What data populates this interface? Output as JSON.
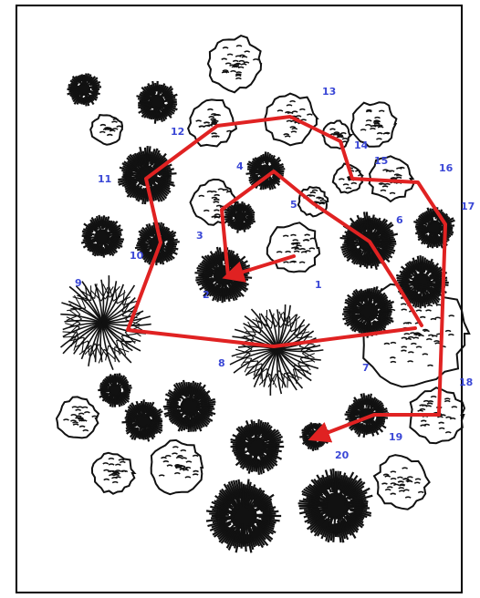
{
  "colors": {
    "path": "#e02222",
    "label": "#3a47d6",
    "foliage": "#111111",
    "border": "#000000"
  },
  "route": {
    "labels": [
      {
        "id": "1",
        "text": "1"
      },
      {
        "id": "2",
        "text": "2"
      },
      {
        "id": "3",
        "text": "3"
      },
      {
        "id": "4",
        "text": "4"
      },
      {
        "id": "5",
        "text": "5"
      },
      {
        "id": "6",
        "text": "6"
      },
      {
        "id": "7",
        "text": "7"
      },
      {
        "id": "8",
        "text": "8"
      },
      {
        "id": "9",
        "text": "9"
      },
      {
        "id": "10",
        "text": "10"
      },
      {
        "id": "11",
        "text": "11"
      },
      {
        "id": "12",
        "text": "12"
      },
      {
        "id": "13",
        "text": "13"
      },
      {
        "id": "14",
        "text": "14"
      },
      {
        "id": "15",
        "text": "15"
      },
      {
        "id": "16",
        "text": "16"
      },
      {
        "id": "17",
        "text": "17"
      },
      {
        "id": "18",
        "text": "18"
      },
      {
        "id": "19",
        "text": "19"
      },
      {
        "id": "20",
        "text": "20"
      }
    ]
  }
}
